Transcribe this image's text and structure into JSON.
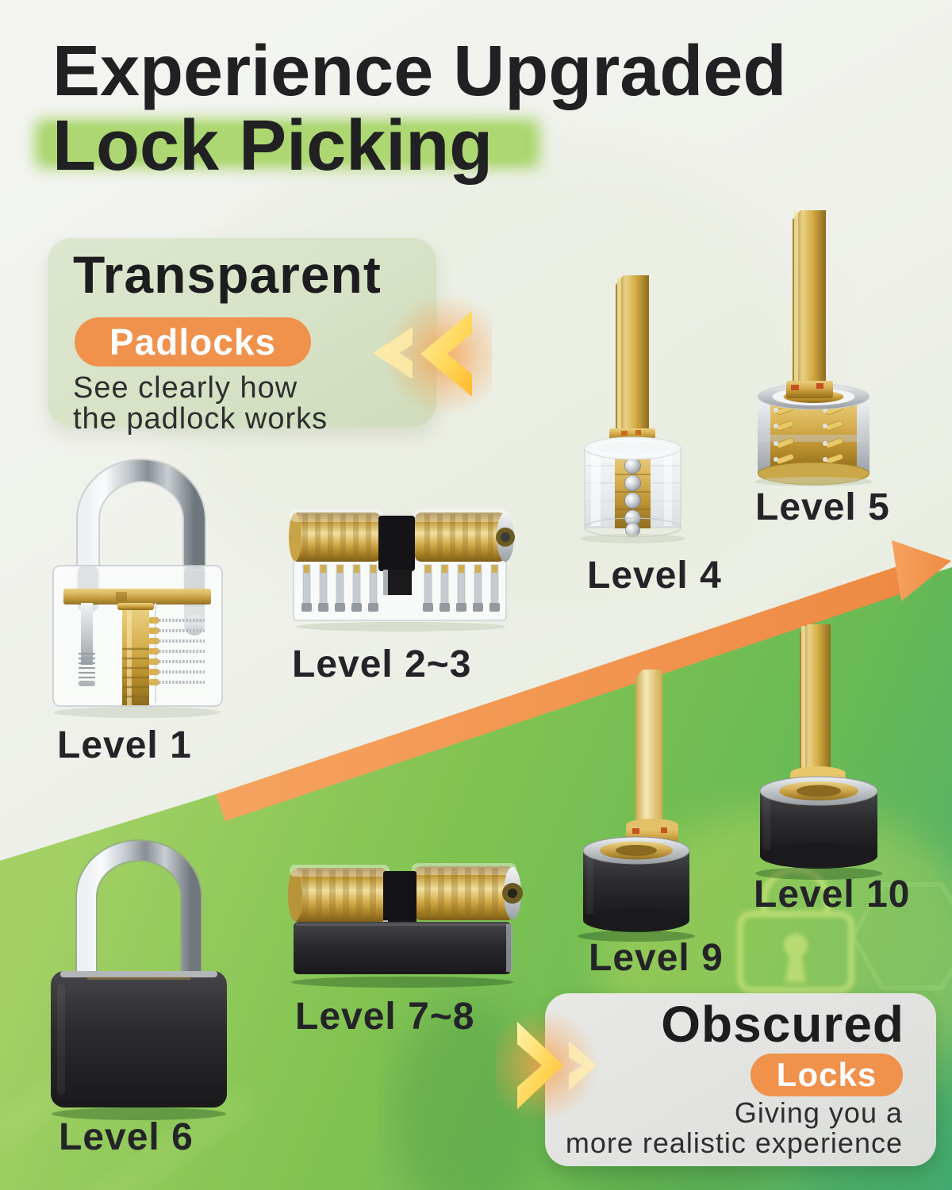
{
  "title": {
    "line1": "Experience Upgraded",
    "line2": "Lock Picking"
  },
  "cards": {
    "transparent": {
      "title": "Transparent",
      "badge": "Padlocks",
      "desc1": "See clearly how",
      "desc2": "the padlock works"
    },
    "obscured": {
      "title": "Obscured",
      "badge": "Locks",
      "desc1": "Giving you a",
      "desc2": "more realistic experience"
    }
  },
  "levels": [
    {
      "label": "Level 1",
      "lock_type": "transparent-padlock"
    },
    {
      "label": "Level 2~3",
      "lock_type": "transparent-euro-cylinder"
    },
    {
      "label": "Level 4",
      "lock_type": "transparent-disc-cylinder-with-key"
    },
    {
      "label": "Level 5",
      "lock_type": "brass-disc-cylinder-with-key"
    },
    {
      "label": "Level 6",
      "lock_type": "obscured-black-padlock"
    },
    {
      "label": "Level 7~8",
      "lock_type": "obscured-euro-cylinder"
    },
    {
      "label": "Level 9",
      "lock_type": "obscured-disc-cylinder-with-key"
    },
    {
      "label": "Level 10",
      "lock_type": "obscured-disc-cylinder-with-key"
    }
  ],
  "icons": {
    "chevrons_left": "double-chevron-left",
    "chevrons_right": "double-chevron-right",
    "progress_arrow": "diagonal-up-arrow",
    "watermark": "padlock-outline"
  },
  "colors": {
    "accent_orange": "#EE8A44",
    "badge_orange": "#F0914C",
    "highlight_green": "#A8D469",
    "panel_green": "#D9E3C8",
    "panel_gray": "#E2E3E0",
    "field_green": "#7EC24F",
    "chevron_yellow": "#FFD75A",
    "title_text": "#212123"
  }
}
